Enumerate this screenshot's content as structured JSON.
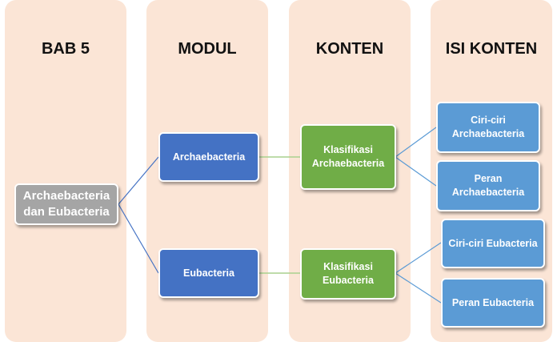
{
  "columns": {
    "bab": "BAB 5",
    "modul": "MODUL",
    "konten": "KONTEN",
    "isi": "ISI KONTEN"
  },
  "nodes": {
    "root": "Archaebacteria dan Eubacteria",
    "modul_archae": "Archaebacteria",
    "modul_eubac": "Eubacteria",
    "konten_archae": "Klasifikasi Archaebacteria",
    "konten_eubac": "Klasifikasi Eubacteria",
    "isi_ciri_archae": "Ciri-ciri Archaebacteria",
    "isi_peran_archae": "Peran Archaebacteria",
    "isi_ciri_eubac": "Ciri-ciri Eubacteria",
    "isi_peran_eubac": "Peran Eubacteria"
  },
  "colors": {
    "column_bg": "#fbe5d6",
    "root": "#a5a5a5",
    "modul": "#4472c4",
    "konten": "#70ad47",
    "isi": "#5b9bd5",
    "connector_blue": "#4472c4",
    "connector_green": "#a9d18e",
    "connector_lblue": "#5b9bd5"
  }
}
